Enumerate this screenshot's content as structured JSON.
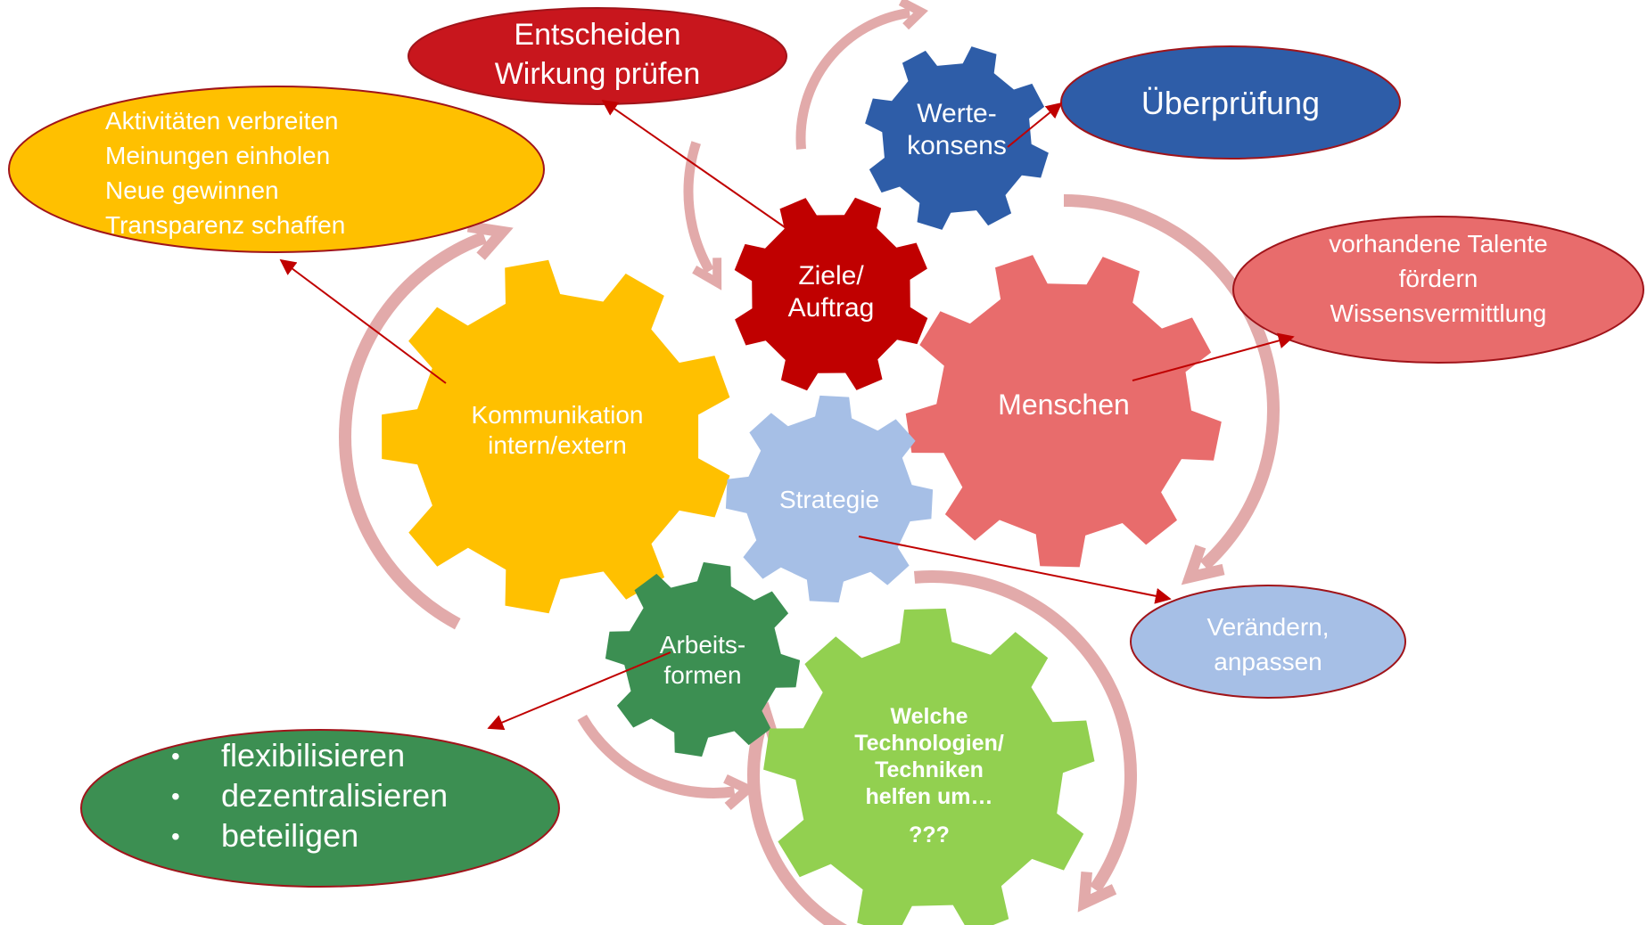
{
  "gears": {
    "kommunikation": {
      "line1": "Kommunikation",
      "line2": "intern/extern",
      "color": "#FFC000"
    },
    "ziele": {
      "line1": "Ziele/",
      "line2": "Auftrag",
      "color": "#C00000"
    },
    "werte": {
      "line1": "Werte-",
      "line2": "konsens",
      "color": "#2E5DA8"
    },
    "menschen": {
      "line1": "Menschen",
      "color": "#E86C6C"
    },
    "strategie": {
      "line1": "Strategie",
      "color": "#A6BFE6"
    },
    "arbeitsformen": {
      "line1": "Arbeits-",
      "line2": "formen",
      "color": "#3C8F52"
    },
    "technologien": {
      "line1": "Welche",
      "line2": "Technologien/",
      "line3": "Techniken",
      "line4": "helfen um…",
      "line5": "???",
      "color": "#92D050"
    }
  },
  "bubbles": {
    "entscheiden": {
      "line1": "Entscheiden",
      "line2": "Wirkung prüfen",
      "color": "#C8161D"
    },
    "ueberpruefung": {
      "line1": "Überprüfung",
      "color": "#2E5DA8"
    },
    "aktivitaeten": {
      "items": [
        "Aktivitäten verbreiten",
        "Meinungen einholen",
        "Neue gewinnen",
        "Transparenz schaffen"
      ],
      "color": "#FFC000"
    },
    "talente": {
      "line1": "vorhandene Talente",
      "line2": "fördern",
      "line3": "Wissensvermittlung",
      "color": "#E86C6C"
    },
    "veraendern": {
      "line1": "Verändern,",
      "line2": "anpassen",
      "color": "#A6BFE6"
    },
    "flexibilisieren": {
      "bullet": "•",
      "items": [
        "flexibilisieren",
        "dezentralisieren",
        "beteiligen"
      ],
      "color": "#3C8F52"
    }
  },
  "colors": {
    "connector": "#C00000",
    "cycle_arrow": "#E2AAAA",
    "bubble_border": "#A0141A"
  }
}
